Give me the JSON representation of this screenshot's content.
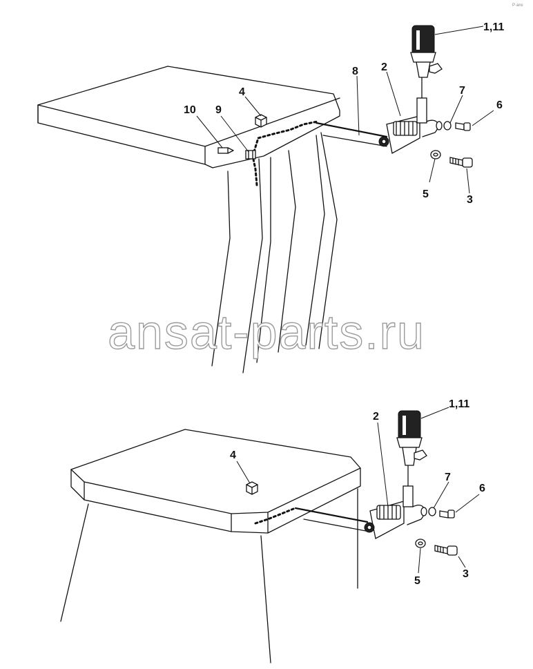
{
  "corner_mark": "P·ans",
  "watermark": "ansat-parts.ru",
  "views": [
    {
      "id": "upper",
      "callouts": [
        {
          "id": "1_11",
          "text": "1,11"
        },
        {
          "id": "2",
          "text": "2"
        },
        {
          "id": "3",
          "text": "3"
        },
        {
          "id": "4",
          "text": "4"
        },
        {
          "id": "5",
          "text": "5"
        },
        {
          "id": "6",
          "text": "6"
        },
        {
          "id": "7",
          "text": "7"
        },
        {
          "id": "8",
          "text": "8"
        },
        {
          "id": "9",
          "text": "9"
        },
        {
          "id": "10",
          "text": "10"
        }
      ]
    },
    {
      "id": "lower",
      "callouts": [
        {
          "id": "1_11",
          "text": "1,11"
        },
        {
          "id": "2",
          "text": "2"
        },
        {
          "id": "3",
          "text": "3"
        },
        {
          "id": "4",
          "text": "4"
        },
        {
          "id": "5",
          "text": "5"
        },
        {
          "id": "6",
          "text": "6"
        },
        {
          "id": "7",
          "text": "7"
        }
      ]
    }
  ]
}
